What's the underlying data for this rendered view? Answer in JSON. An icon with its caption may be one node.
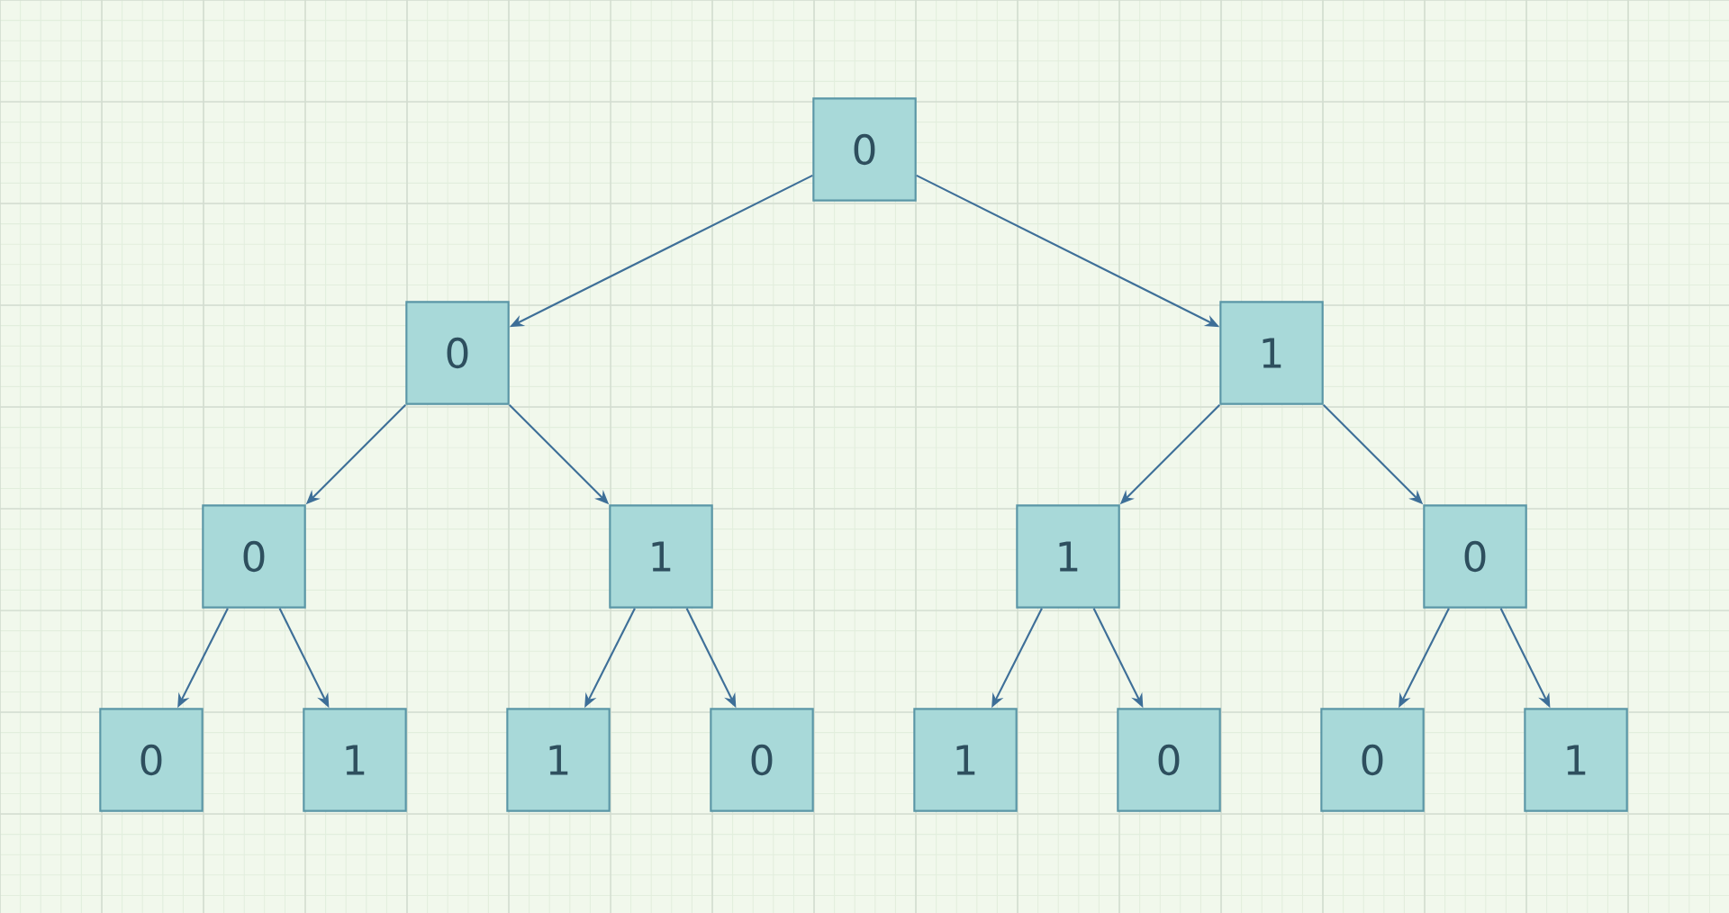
{
  "diagram": {
    "nodes": [
      {
        "text": [
          "0"
        ]
      },
      {
        "text": [
          "0"
        ]
      },
      {
        "text": [
          "1"
        ]
      },
      {
        "text": [
          "0"
        ]
      },
      {
        "text": [
          "1"
        ]
      },
      {
        "text": [
          "1"
        ]
      },
      {
        "text": [
          "0"
        ]
      },
      {
        "text": [
          "0"
        ]
      },
      {
        "text": [
          "1"
        ]
      },
      {
        "text": [
          "1"
        ]
      },
      {
        "text": [
          "0"
        ]
      },
      {
        "text": [
          "1"
        ]
      },
      {
        "text": [
          "0"
        ]
      },
      {
        "text": [
          "0"
        ]
      },
      {
        "text": [
          "1"
        ]
      }
    ],
    "edges": [
      {
        "from": 0,
        "to": 1,
        "arrow": "to"
      },
      {
        "from": 0,
        "to": 2,
        "arrow": "to"
      },
      {
        "from": 1,
        "to": 3,
        "arrow": "to"
      },
      {
        "from": 1,
        "to": 4,
        "arrow": "to"
      },
      {
        "from": 2,
        "to": 5,
        "arrow": "to"
      },
      {
        "from": 2,
        "to": 6,
        "arrow": "to"
      },
      {
        "from": 3,
        "to": 7,
        "arrow": "to"
      },
      {
        "from": 3,
        "to": 8,
        "arrow": "to"
      },
      {
        "from": 4,
        "to": 9,
        "arrow": "to"
      },
      {
        "from": 4,
        "to": 10,
        "arrow": "to"
      },
      {
        "from": 5,
        "to": 11,
        "arrow": "to"
      },
      {
        "from": 5,
        "to": 12,
        "arrow": "to"
      },
      {
        "from": 6,
        "to": 13,
        "arrow": "to"
      },
      {
        "from": 6,
        "to": 14,
        "arrow": "to"
      }
    ]
  }
}
